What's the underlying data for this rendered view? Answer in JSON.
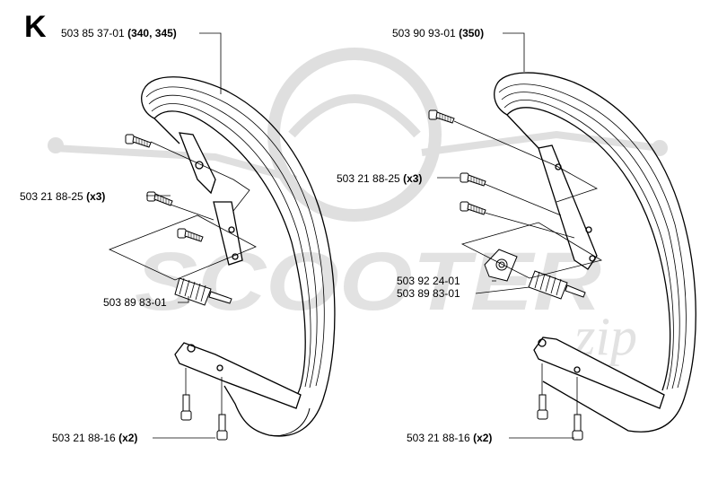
{
  "section_letter": "K",
  "watermark": {
    "brand": "SCOOTER",
    "suffix": "zip"
  },
  "parts": {
    "handle_left": {
      "number": "503 85 37-01",
      "qualifier": "(340, 345)"
    },
    "handle_right": {
      "number": "503 90 93-01",
      "qualifier": "(350)"
    },
    "screw_left": {
      "number": "503 21 88-25",
      "qualifier": "(x3)"
    },
    "screw_right": {
      "number": "503 21 88-25",
      "qualifier": "(x3)"
    },
    "spring_left": {
      "number": "503 89 83-01",
      "qualifier": ""
    },
    "bracket_right": {
      "number": "503 92 24-01",
      "qualifier": ""
    },
    "spring_right": {
      "number": "503 89 83-01",
      "qualifier": ""
    },
    "bottom_screw_left": {
      "number": "503 21 88-16",
      "qualifier": "(x2)"
    },
    "bottom_screw_right": {
      "number": "503 21 88-16",
      "qualifier": "(x2)"
    }
  }
}
